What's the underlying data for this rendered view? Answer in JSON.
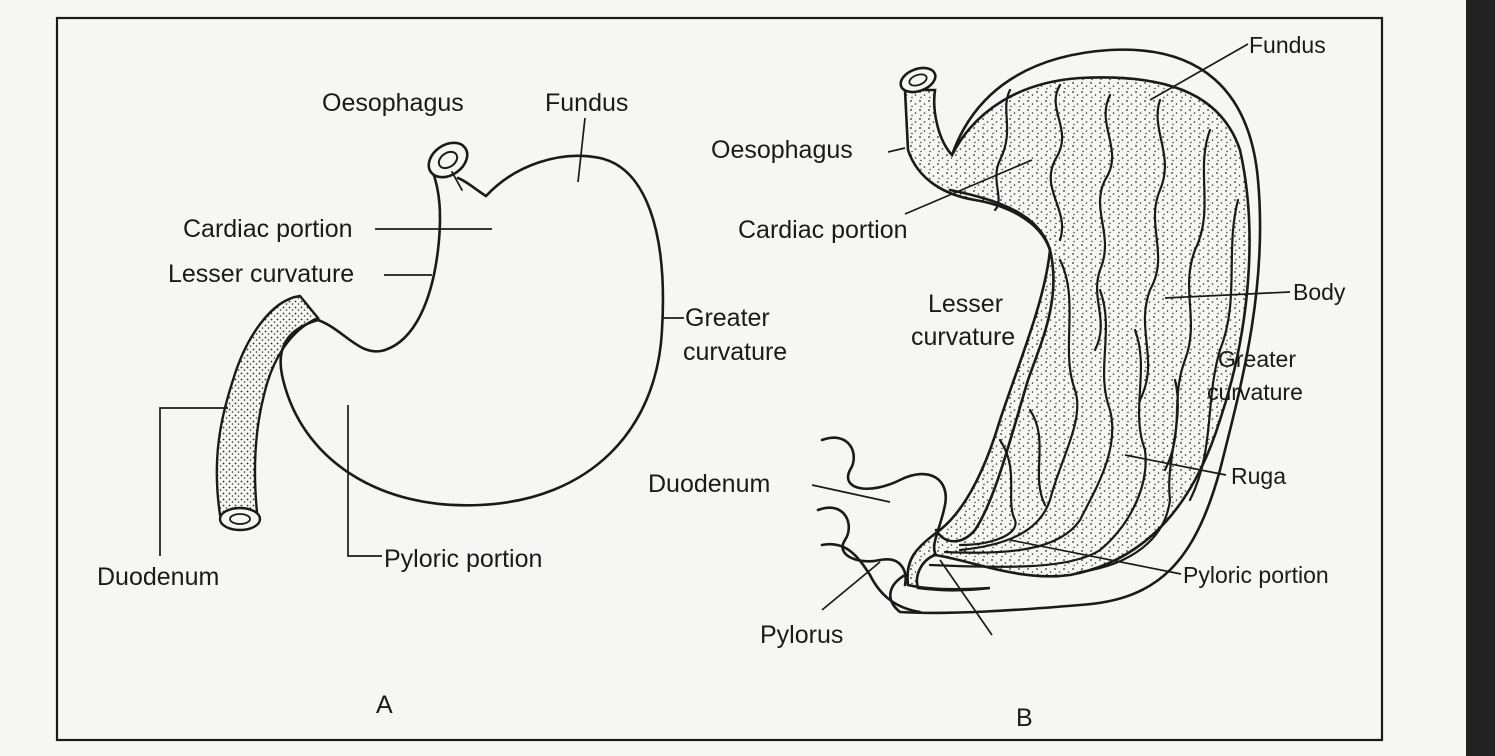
{
  "panel_a": {
    "letter": "A",
    "labels": {
      "oesophagus": "Oesophagus",
      "fundus": "Fundus",
      "cardiac_portion": "Cardiac portion",
      "lesser_curvature": "Lesser curvature",
      "greater_curvature_line1": "Greater",
      "greater_curvature_line2": "curvature",
      "duodenum": "Duodenum",
      "pyloric_portion": "Pyloric portion"
    }
  },
  "panel_b": {
    "letter": "B",
    "labels": {
      "fundus": "Fundus",
      "oesophagus": "Oesophagus",
      "cardiac_portion": "Cardiac portion",
      "lesser_curvature_line1": "Lesser",
      "lesser_curvature_line2": "curvature",
      "body": "Body",
      "greater_curvature_line1": "Greater",
      "greater_curvature_line2": "curvature",
      "ruga": "Ruga",
      "duodenum": "Duodenum",
      "pyloric_portion": "Pyloric portion",
      "pylorus": "Pylorus"
    }
  },
  "colors": {
    "paper": "#f6f6f4",
    "ink": "#1a1a1a"
  }
}
